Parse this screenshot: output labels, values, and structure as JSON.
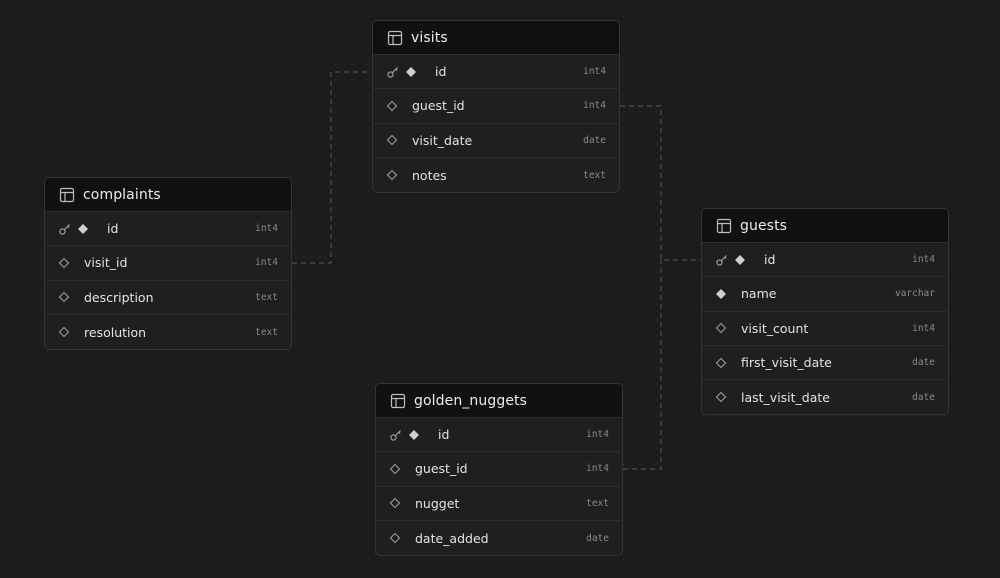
{
  "colors": {
    "background": "#1c1c1c",
    "node_background": "#1f1f1f",
    "header_background": "#111111",
    "border": "#343434",
    "edge": "#5a5a5a",
    "text_primary": "#ededed",
    "text_type": "#8a8a8a"
  },
  "tables": {
    "visits": {
      "name": "visits",
      "columns": [
        {
          "name": "id",
          "type": "int4",
          "primary_key": true,
          "nullable": false
        },
        {
          "name": "guest_id",
          "type": "int4",
          "primary_key": false,
          "nullable": true
        },
        {
          "name": "visit_date",
          "type": "date",
          "primary_key": false,
          "nullable": true
        },
        {
          "name": "notes",
          "type": "text",
          "primary_key": false,
          "nullable": true
        }
      ]
    },
    "complaints": {
      "name": "complaints",
      "columns": [
        {
          "name": "id",
          "type": "int4",
          "primary_key": true,
          "nullable": false
        },
        {
          "name": "visit_id",
          "type": "int4",
          "primary_key": false,
          "nullable": true
        },
        {
          "name": "description",
          "type": "text",
          "primary_key": false,
          "nullable": true
        },
        {
          "name": "resolution",
          "type": "text",
          "primary_key": false,
          "nullable": true
        }
      ]
    },
    "guests": {
      "name": "guests",
      "columns": [
        {
          "name": "id",
          "type": "int4",
          "primary_key": true,
          "nullable": false
        },
        {
          "name": "name",
          "type": "varchar",
          "primary_key": false,
          "nullable": false
        },
        {
          "name": "visit_count",
          "type": "int4",
          "primary_key": false,
          "nullable": true
        },
        {
          "name": "first_visit_date",
          "type": "date",
          "primary_key": false,
          "nullable": true
        },
        {
          "name": "last_visit_date",
          "type": "date",
          "primary_key": false,
          "nullable": true
        }
      ]
    },
    "golden_nuggets": {
      "name": "golden_nuggets",
      "columns": [
        {
          "name": "id",
          "type": "int4",
          "primary_key": true,
          "nullable": false
        },
        {
          "name": "guest_id",
          "type": "int4",
          "primary_key": false,
          "nullable": true
        },
        {
          "name": "nugget",
          "type": "text",
          "primary_key": false,
          "nullable": true
        },
        {
          "name": "date_added",
          "type": "date",
          "primary_key": false,
          "nullable": true
        }
      ]
    }
  },
  "relationships": [
    {
      "from": "complaints.visit_id",
      "to": "visits.id"
    },
    {
      "from": "visits.guest_id",
      "to": "guests.id"
    },
    {
      "from": "golden_nuggets.guest_id",
      "to": "guests.id"
    }
  ]
}
